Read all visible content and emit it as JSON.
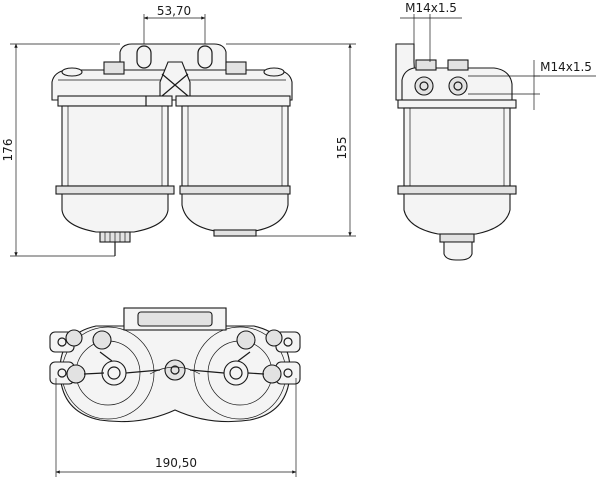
{
  "dimensions": {
    "bolt_spacing": "53,70",
    "total_height": "176",
    "bowl_height": "155",
    "thread_side_top": "M14x1.5",
    "thread_side_right": "M14x1.5",
    "total_width": "190,50"
  },
  "colors": {
    "line": "#1a1a1a",
    "fill": "#f4f4f4",
    "fill_dark": "#e2e2e2"
  }
}
